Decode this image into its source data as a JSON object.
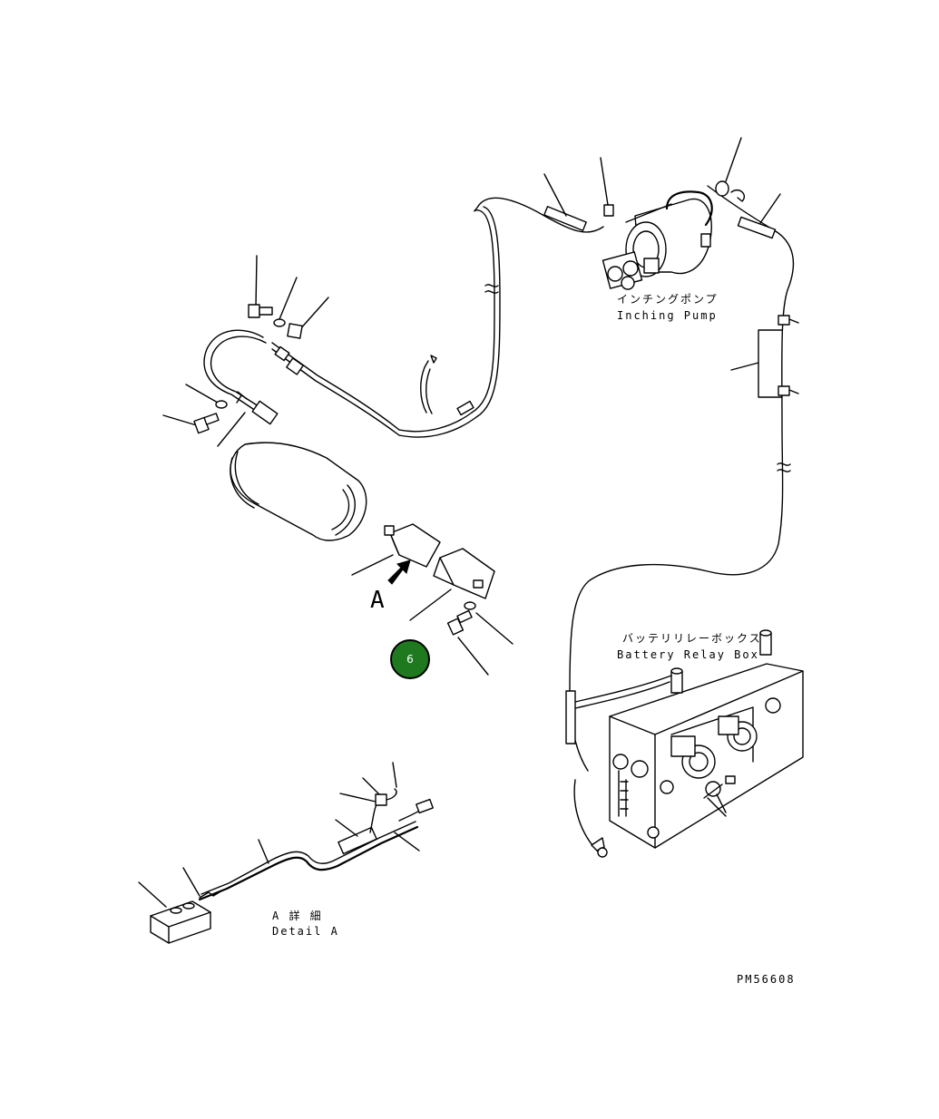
{
  "labels": {
    "inching_pump_jp": "インチングポンプ",
    "inching_pump_en": "Inching Pump",
    "battery_relay_box_jp": "バッテリリレーボックス",
    "battery_relay_box_en": "Battery Relay Box",
    "view_a": "A",
    "detail_a_jp": "A 詳 細",
    "detail_a_en": "Detail A",
    "drawing_number": "PM56608"
  },
  "callouts": [
    {
      "number": "6",
      "color": "#1f7a1f",
      "text_color": "#ffffff"
    }
  ],
  "colors": {
    "line": "#000000",
    "background": "#ffffff",
    "callout_fill": "#1f7a1f"
  }
}
